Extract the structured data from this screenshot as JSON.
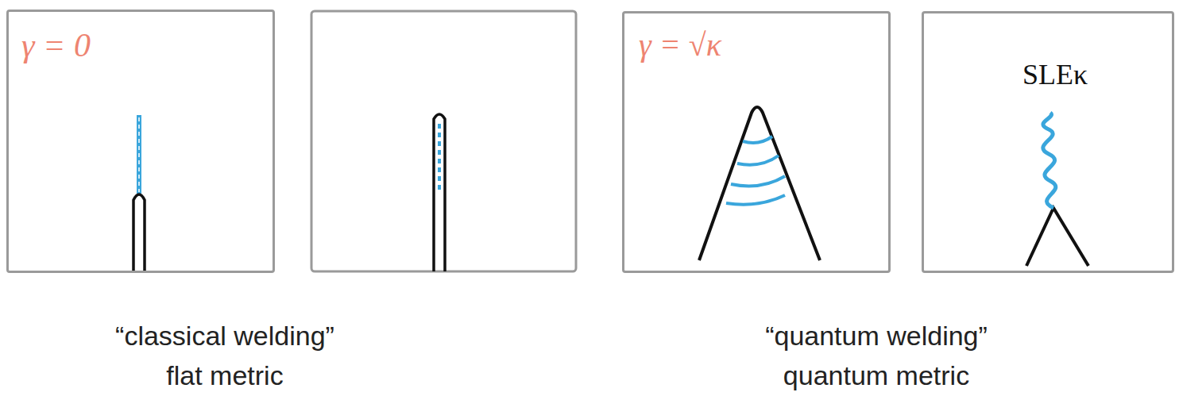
{
  "diagram": {
    "nodes": [
      {
        "text": [
          "γ = 0"
        ]
      },
      {
        "text": [
          "γ = √κ"
        ]
      },
      {
        "text": [
          "SLEκ"
        ]
      }
    ],
    "labels": [
      "“classical welding”",
      "flat metric",
      "“quantum welding”",
      "quantum metric"
    ]
  }
}
